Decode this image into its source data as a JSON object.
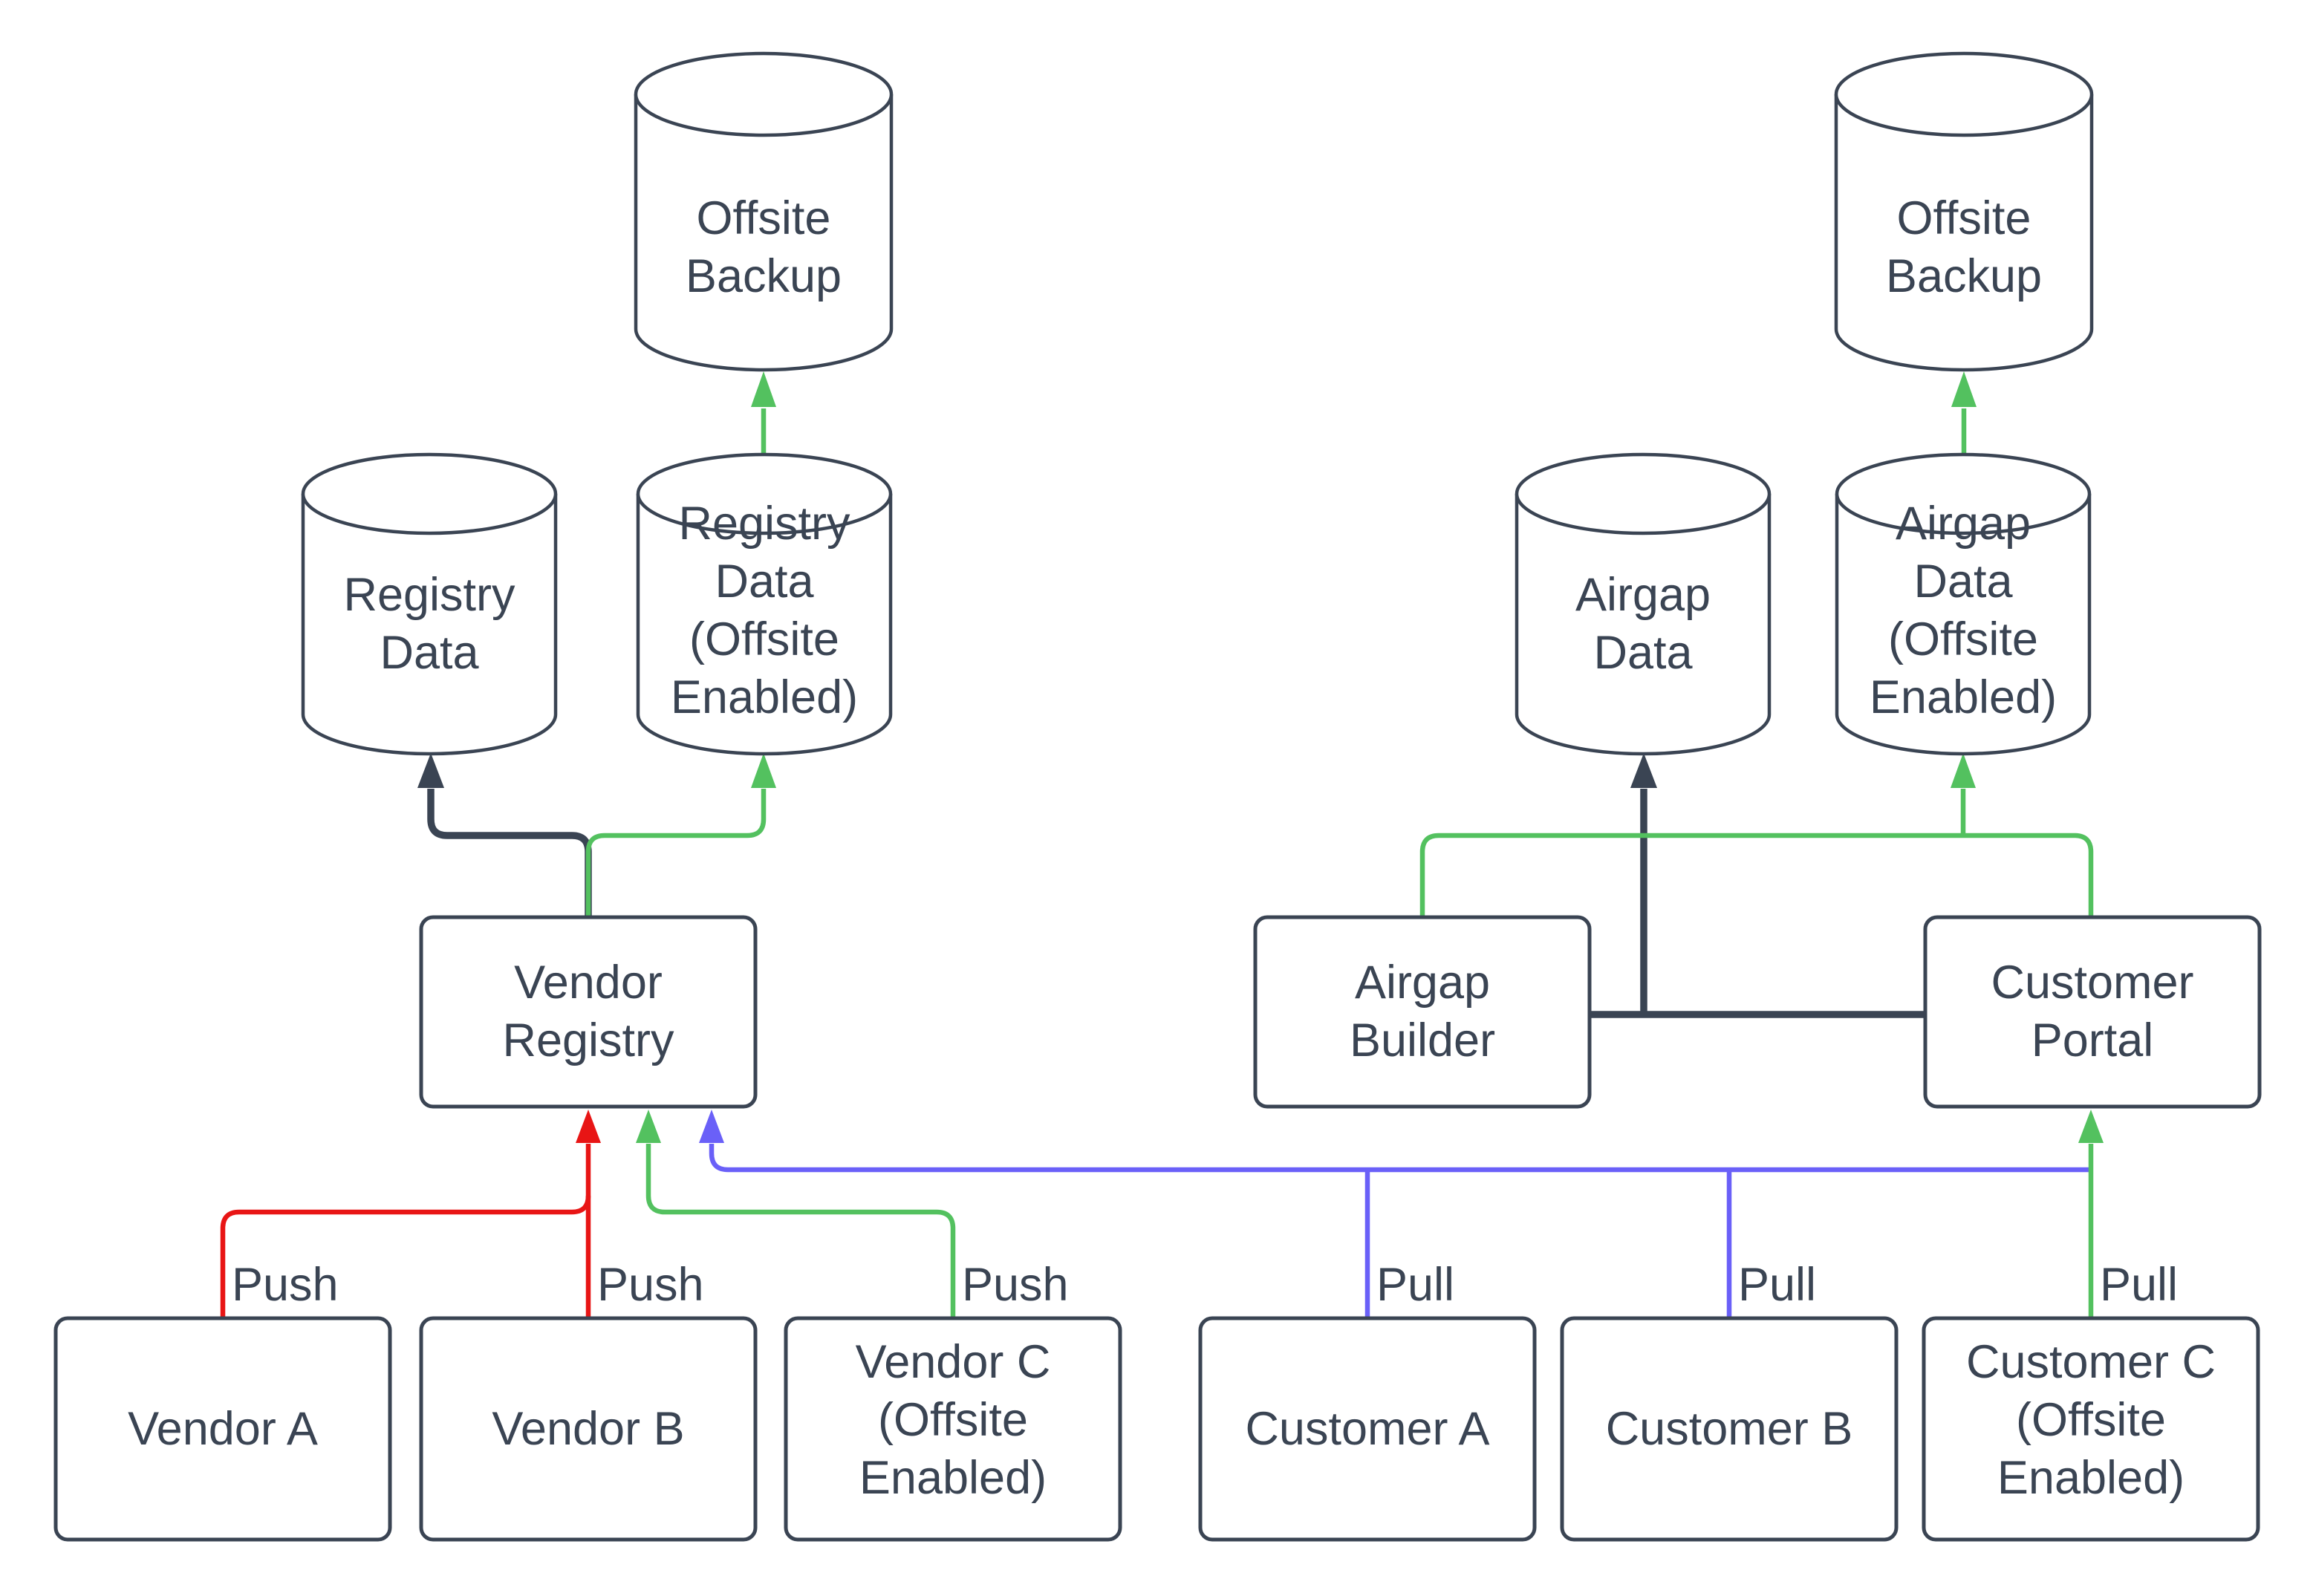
{
  "diagram": {
    "colors": {
      "dark": "#3a4453",
      "red": "#e81515",
      "green": "#53c15f",
      "blue": "#6a60f8",
      "shape_fill": "#ffffff",
      "background": "#ffffff",
      "text": "#3a4453"
    },
    "edge_labels": {
      "push": "Push",
      "pull": "Pull"
    },
    "nodes": {
      "offsite_backup_left": "Offsite\nBackup",
      "registry_data": "Registry\nData",
      "registry_data_offsite": "Registry\nData\n(Offsite\nEnabled)",
      "vendor_registry": "Vendor\nRegistry",
      "vendor_a": "Vendor A",
      "vendor_b": "Vendor B",
      "vendor_c": "Vendor C\n(Offsite\nEnabled)",
      "offsite_backup_right": "Offsite\nBackup",
      "airgap_data": "Airgap\nData",
      "airgap_data_offsite": "Airgap\nData\n(Offsite\nEnabled)",
      "airgap_builder": "Airgap\nBuilder",
      "customer_portal": "Customer\nPortal",
      "customer_a": "Customer A",
      "customer_b": "Customer B",
      "customer_c": "Customer C\n(Offsite\nEnabled)"
    }
  }
}
